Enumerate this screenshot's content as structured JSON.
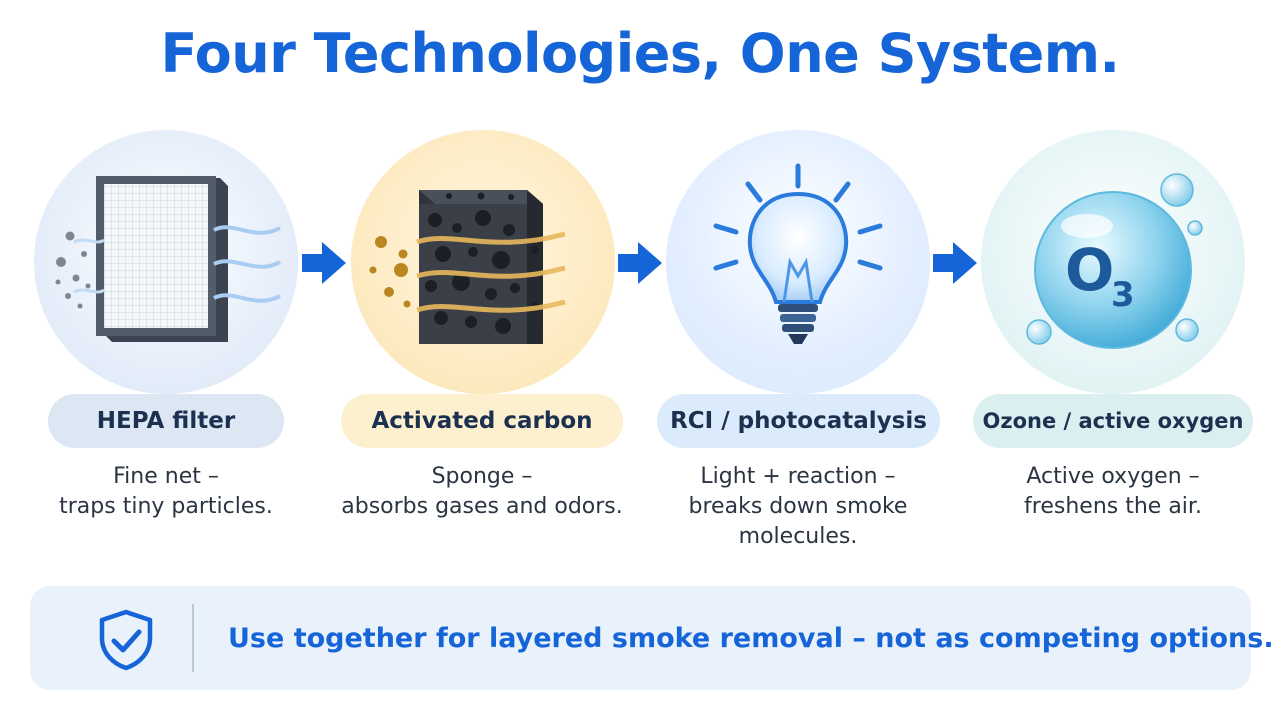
{
  "title": "Four Technologies, One System.",
  "technologies": [
    {
      "name": "HEPA filter",
      "description": [
        "Fine net –",
        "traps tiny particles."
      ],
      "icon": "hepa-filter-icon"
    },
    {
      "name": "Activated carbon",
      "description": [
        "Sponge –",
        "absorbs gases and odors."
      ],
      "icon": "carbon-sponge-icon"
    },
    {
      "name": "RCI / photocatalysis",
      "description": [
        "Light + reaction –",
        "breaks down smoke",
        "molecules."
      ],
      "icon": "light-bulb-icon"
    },
    {
      "name": "Ozone / active oxygen",
      "description": [
        "Active oxygen –",
        "freshens the air."
      ],
      "icon": "ozone-bubble-icon",
      "formula": "O",
      "formula_sub": "3"
    }
  ],
  "banner": {
    "text": "Use together for layered smoke removal – not as competing options.",
    "icon": "shield-check-icon"
  },
  "colors": {
    "accent": "#1565d8",
    "hepa": "#dde7f3",
    "carbon": "#fdf0cf",
    "rci": "#dcebfb",
    "ozone": "#dbeff0"
  }
}
